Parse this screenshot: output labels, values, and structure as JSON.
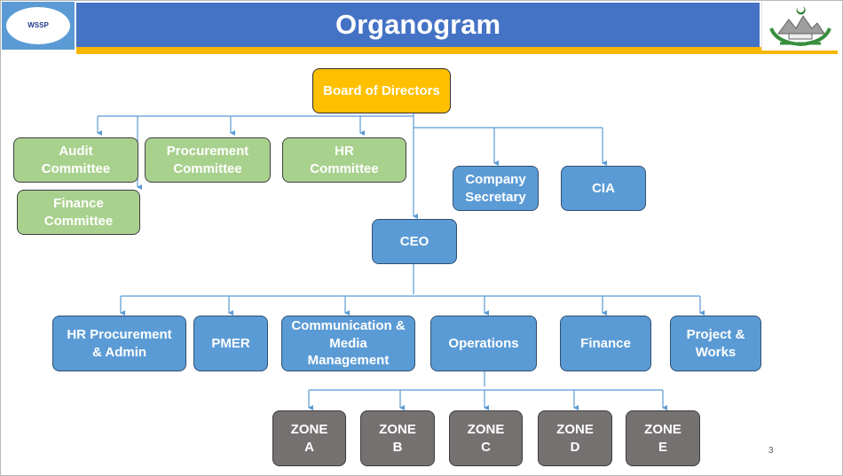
{
  "header": {
    "title": "Organogram"
  },
  "logos": {
    "left_text": "WSSP"
  },
  "nodes": {
    "board": "Board of Directors",
    "audit": "Audit Committee",
    "procurement": "Procurement Committee",
    "hr_committee": "HR Committee",
    "finance_committee": "Finance Committee",
    "company_secretary": "Company Secretary",
    "cia": "CIA",
    "ceo": "CEO",
    "hr_procurement_admin": "HR Procurement & Admin",
    "pmer": "PMER",
    "communication": "Communication & Media Management",
    "operations": "Operations",
    "finance": "Finance",
    "project_works": "Project & Works",
    "zone_a": "ZONE A",
    "zone_b": "ZONE B",
    "zone_c": "ZONE C",
    "zone_d": "ZONE D",
    "zone_e": "ZONE E"
  },
  "footer": {
    "page_number": "3"
  },
  "colors": {
    "header_bg": "#4472c4",
    "header_strip": "#f7b700",
    "board": "#ffc000",
    "committee": "#a9d18e",
    "department": "#5b9bd5",
    "zone": "#767171",
    "connector": "#5b9bd5"
  }
}
